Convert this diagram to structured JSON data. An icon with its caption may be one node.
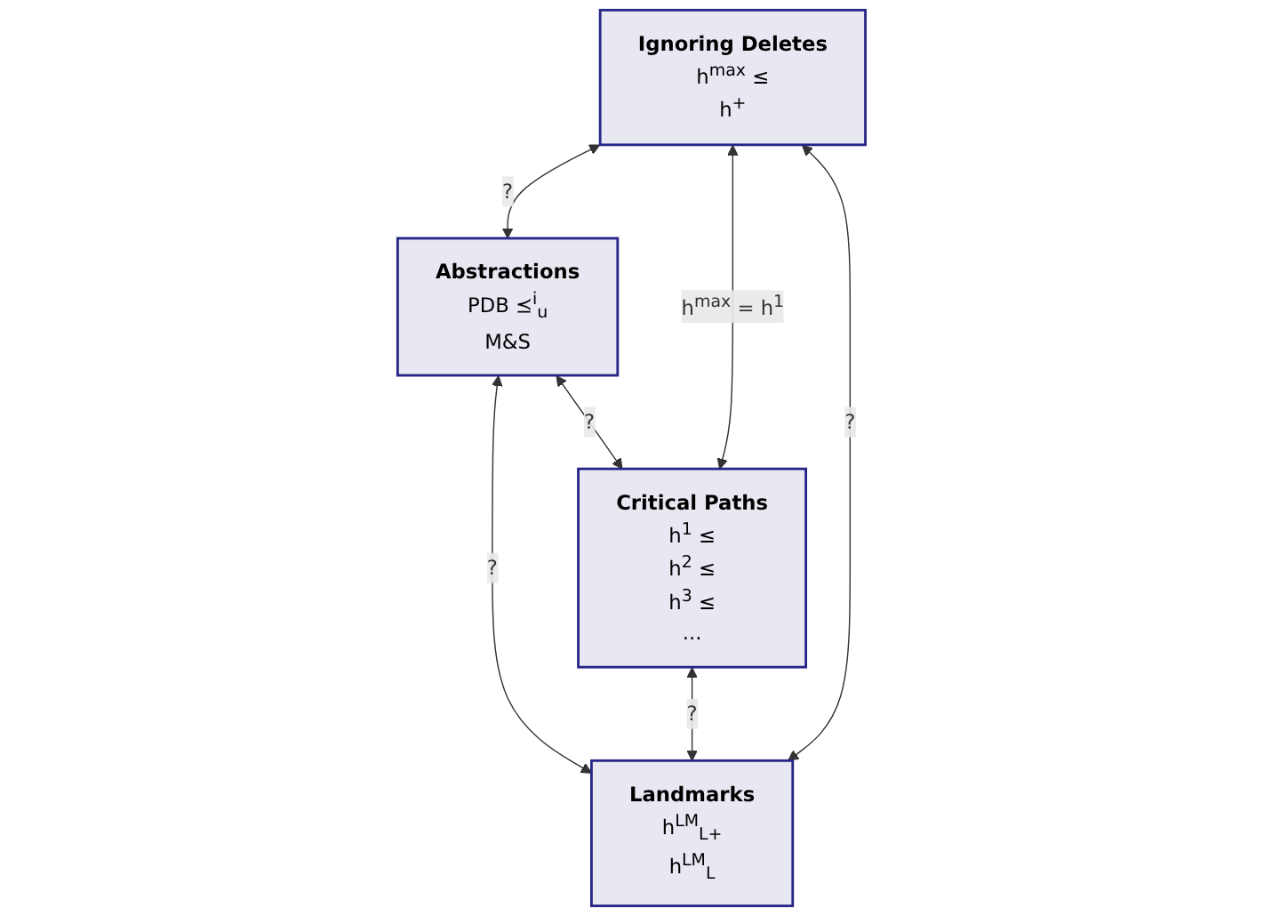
{
  "diagram": {
    "nodes": [
      {
        "text": [
          "Ignoring Deletes",
          "h$^{max}$ ≤",
          "h$^{+}$"
        ]
      },
      {
        "text": [
          "Abstractions",
          "PDB ⪯$^{i}$$_{u}$",
          "M&S"
        ]
      },
      {
        "text": [
          "Critical Paths",
          "h$^{1}$ ≤",
          "h$^{2}$ ≤",
          "h$^{3}$ ≤",
          "..."
        ]
      },
      {
        "text": [
          "Landmarks",
          "h$^{LM}$$_{L+}$",
          "h$^{LM}$$_{L}$"
        ]
      }
    ],
    "edges": [
      {
        "from": 0,
        "to": 1,
        "arrow": "both",
        "label": "?"
      },
      {
        "from": 0,
        "to": 2,
        "arrow": "both",
        "label": "h$^{max}$ = h$^{1}$"
      },
      {
        "from": 1,
        "to": 3,
        "arrow": "both",
        "label": "?"
      },
      {
        "from": 2,
        "to": 3,
        "arrow": "both",
        "label": "?"
      },
      {
        "from": 0,
        "to": 3,
        "arrow": "both",
        "label": "?"
      },
      {
        "from": 1,
        "to": 2,
        "arrow": "both",
        "label": "?"
      }
    ]
  }
}
